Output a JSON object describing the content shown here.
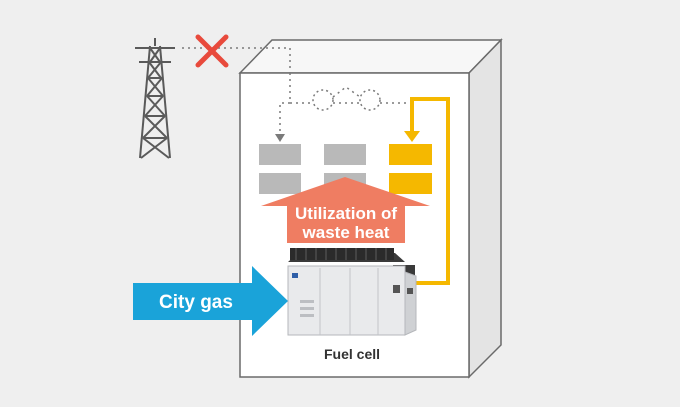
{
  "labels": {
    "city_gas": "City gas",
    "waste_heat_line1": "Utilization of",
    "waste_heat_line2": "waste heat",
    "fuel_cell": "Fuel cell"
  },
  "colors": {
    "background": "#efefef",
    "building_front": "#ffffff",
    "building_side": "#e4e4e4",
    "building_stroke": "#6a6a6a",
    "load_block_grey": "#b9b9b9",
    "load_block_yellow": "#f5b800",
    "heat_arrow": "#ef7d62",
    "gas_arrow": "#1aa3d9",
    "cross_mark": "#e84a3c",
    "tower": "#5a5a5a"
  },
  "icons": {
    "power_tower": "transmission-tower-icon",
    "grid_blocked": "cross-mark-icon",
    "fuel_cell_unit": "fuel-cell-unit-image"
  }
}
